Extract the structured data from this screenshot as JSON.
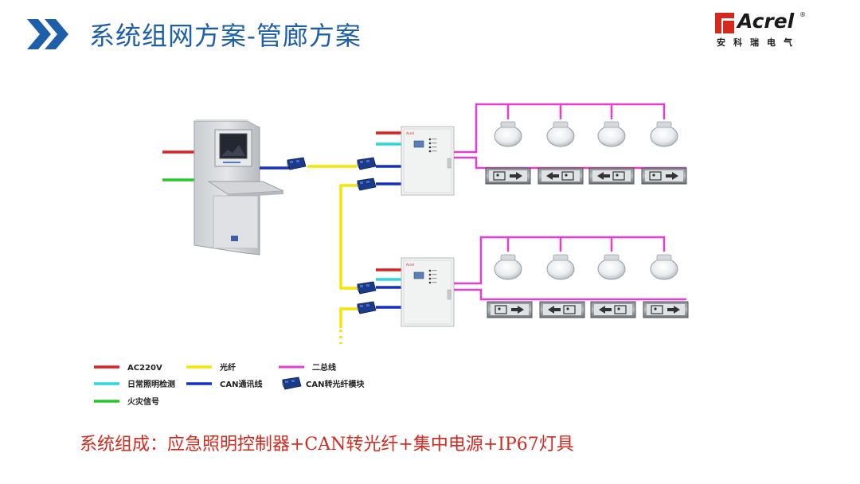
{
  "header": {
    "title": "系统组网方案-管廊方案",
    "chevron_color": "#1d5fa8",
    "title_color": "#1d5fa8"
  },
  "logo": {
    "brand": "Acrel",
    "registered": "®",
    "chinese": "安科瑞电气",
    "mark_color": "#d42a1e"
  },
  "legend": {
    "items": [
      {
        "label": "AC220V",
        "color": "#e02020"
      },
      {
        "label": "光纤",
        "color": "#f5e600"
      },
      {
        "label": "二总线",
        "color": "#e63cd2"
      },
      {
        "label": "日常照明检测",
        "color": "#28d8e0"
      },
      {
        "label": "CAN通讯线",
        "color": "#1530c8"
      },
      {
        "label": "CAN转光纤模块",
        "color": "#1a3a8a"
      },
      {
        "label": "火灾信号",
        "color": "#28c828"
      }
    ]
  },
  "footer": {
    "text": "系统组成：应急照明控制器+CAN转光纤+集中电源+IP67灯具",
    "color": "#d42a1e"
  }
}
